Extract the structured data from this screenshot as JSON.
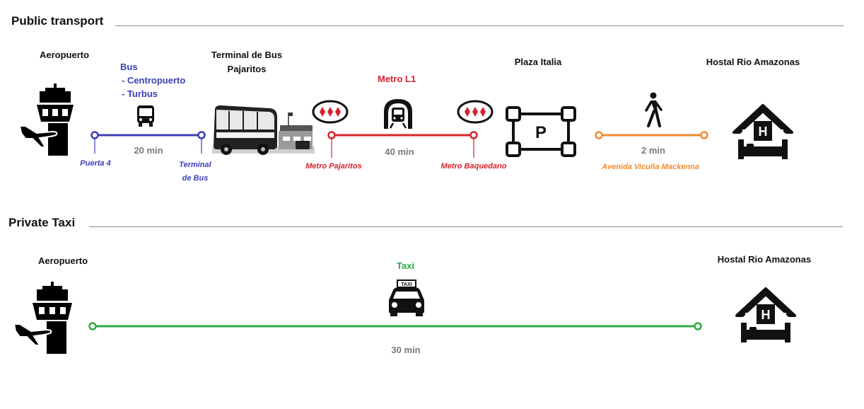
{
  "colors": {
    "bus": "#3b3fb6",
    "metro": "#d9222a",
    "walk": "#f28a2e",
    "taxi": "#2eaa44",
    "duration": "#7a7a7a",
    "rule": "#8a8a8a"
  },
  "public_transport": {
    "title": "Public transport",
    "airport_label": "Aeropuerto",
    "bus": {
      "mode": "Bus",
      "operators": [
        "- Centropuerto",
        "- Turbus"
      ],
      "duration": "20 min",
      "start_stop": "Puerta 4",
      "end_stop_line1": "Terminal",
      "end_stop_line2": "de Bus",
      "icon": "bus-front-icon"
    },
    "terminal_label_line1": "Terminal de Bus",
    "terminal_label_line2": "Pajaritos",
    "metro": {
      "mode": "Metro  L1",
      "duration": "40 min",
      "start_stop": "Metro Pajaritos",
      "end_stop": "Metro Baquedano",
      "icon": "metro-train-icon"
    },
    "plaza_label": "Plaza Italia",
    "plaza_icon_letter": "P",
    "walk": {
      "duration": "2 min",
      "stop": "Avenida Vicuña Mackenna",
      "icon": "pedestrian-icon"
    },
    "hostal_label": "Hostal Rio Amazonas",
    "hotel_icon_letter": "H"
  },
  "private_taxi": {
    "title": "Private Taxi",
    "airport_label": "Aeropuerto",
    "mode": "Taxi",
    "taxi_sign": "TAXI",
    "duration": "30 min",
    "hostal_label": "Hostal Rio Amazonas",
    "hotel_icon_letter": "H"
  }
}
